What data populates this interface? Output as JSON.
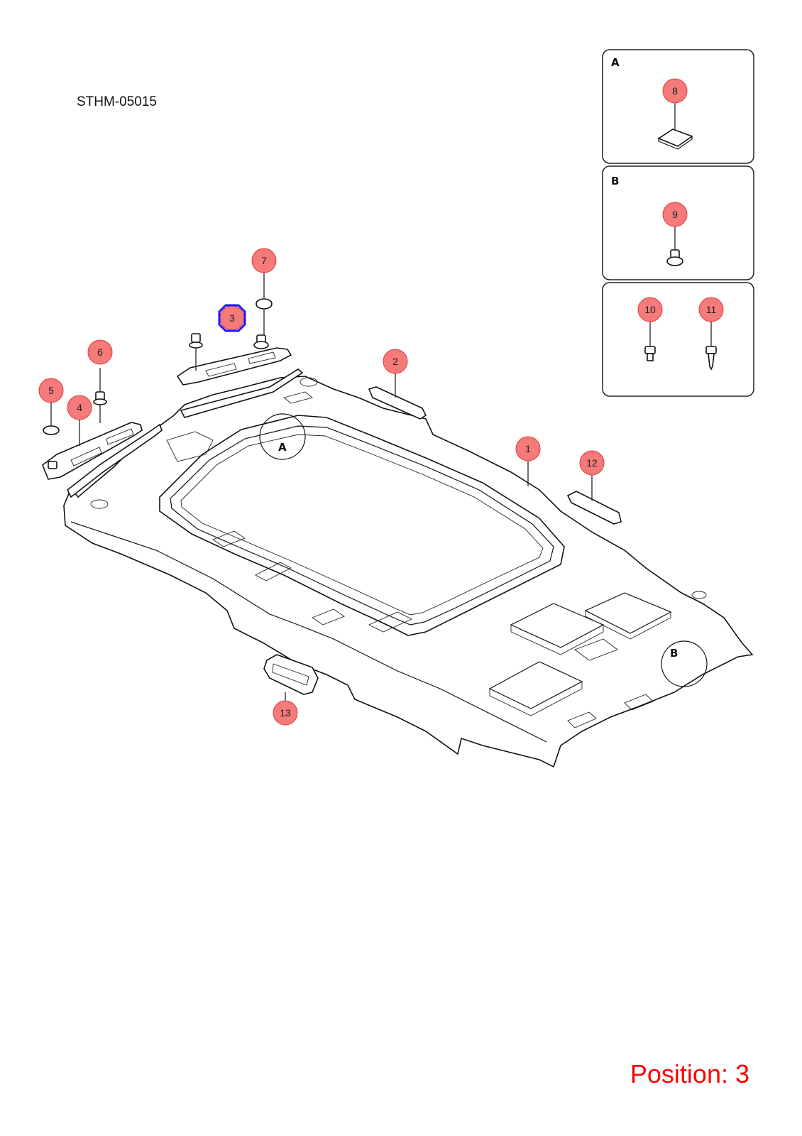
{
  "document_code": "STHM-05015",
  "position_label": "Position: 3",
  "selected_callout": "3",
  "detail_panels": [
    {
      "letter": "A",
      "callouts": [
        "8"
      ]
    },
    {
      "letter": "B",
      "callouts": [
        "9"
      ]
    },
    {
      "letter": "",
      "callouts": [
        "10",
        "11"
      ]
    }
  ],
  "detail_markers": [
    {
      "letter": "A"
    },
    {
      "letter": "B"
    }
  ],
  "callouts": [
    {
      "label": "1"
    },
    {
      "label": "2"
    },
    {
      "label": "3"
    },
    {
      "label": "4"
    },
    {
      "label": "5"
    },
    {
      "label": "6"
    },
    {
      "label": "7"
    },
    {
      "label": "8"
    },
    {
      "label": "9"
    },
    {
      "label": "10"
    },
    {
      "label": "11"
    },
    {
      "label": "12"
    },
    {
      "label": "13"
    }
  ],
  "colors": {
    "callout_fill": "#f57a7a",
    "selection_outline": "#1a1aff",
    "position_text": "#ff0000"
  }
}
